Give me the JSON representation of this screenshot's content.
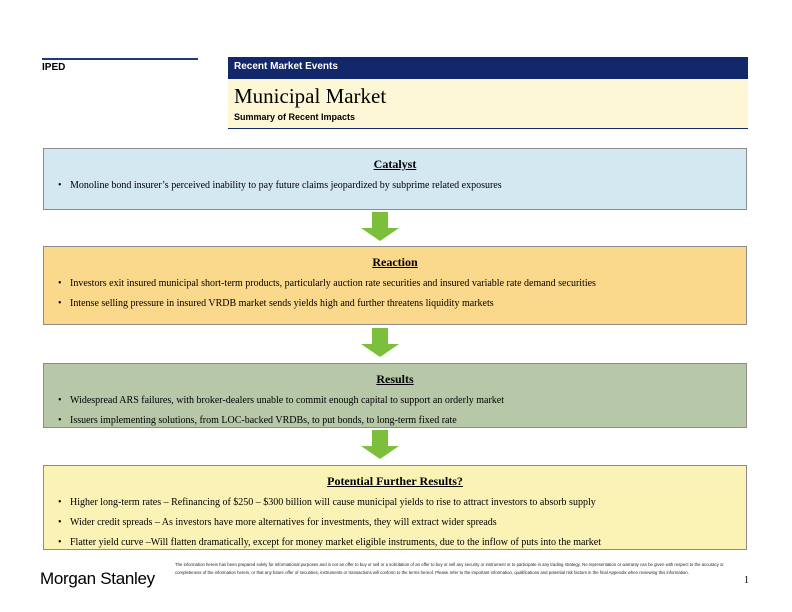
{
  "header": {
    "section_label": "IPED",
    "bar_text": "Recent Market Events",
    "title": "Municipal Market",
    "subtitle": "Summary of Recent Impacts"
  },
  "sections": {
    "catalyst": {
      "title": "Catalyst",
      "bullets": [
        "Monoline bond insurer’s perceived inability to pay future claims jeopardized by subprime related exposures"
      ]
    },
    "reaction": {
      "title": "Reaction",
      "bullets": [
        "Investors exit insured municipal short-term products, particularly auction rate securities and insured variable rate demand securities",
        "Intense selling pressure in insured VRDB market sends yields high and further threatens liquidity markets"
      ]
    },
    "results": {
      "title": "Results",
      "bullets": [
        "Widespread ARS failures, with broker-dealers unable to commit enough capital to support an orderly market",
        "Issuers implementing solutions, from LOC-backed VRDBs, to put bonds, to long-term fixed rate"
      ]
    },
    "further": {
      "title": "Potential Further Results?",
      "bullets": [
        "Higher long-term rates – Refinancing of $250 – $300 billion will cause municipal yields to rise to attract investors to absorb supply",
        "Wider credit spreads – As investors have more alternatives for investments, they will extract wider spreads",
        "Flatter yield curve –Will flatten dramatically, except for money market eligible instruments, due to the inflow of puts into the market"
      ]
    }
  },
  "colors": {
    "header_bar": "#13286b",
    "title_bg": "#fdf7d6",
    "catalyst_bg": "#d4e8f1",
    "reaction_bg": "#fbd98c",
    "results_bg": "#b6c8a8",
    "further_bg": "#fbf2b6",
    "arrow": "#7bbf3a"
  },
  "footer": {
    "logo": "Morgan Stanley",
    "disclaimer": "The information herein has been prepared solely for informational purposes and is not an offer to buy or sell or a solicitation of an offer to buy or sell any security or instrument or to participate in any trading strategy. No representation or warranty can be given with respect to the accuracy or completeness of the information herein, or that any future offer of securities, instruments or transactions will conform to the terms hereof. Please refer to the important information, qualifications and potential risk factors in the final Appendix when reviewing this information.",
    "page_number": "1"
  }
}
